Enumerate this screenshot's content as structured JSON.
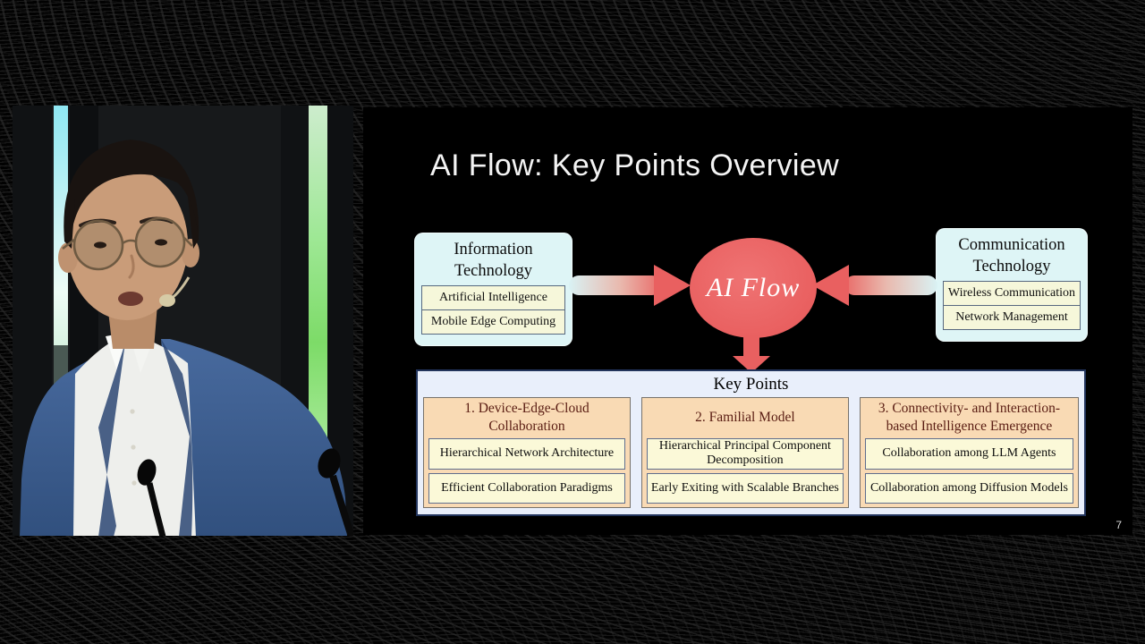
{
  "page_number": "7",
  "slide": {
    "title": "AI Flow: Key Points Overview",
    "diagram": {
      "left_box": {
        "title": "Information Technology",
        "items": [
          "Artificial Intelligence",
          "Mobile Edge Computing"
        ]
      },
      "center_node": {
        "label": "AI Flow"
      },
      "right_box": {
        "title": "Communication Technology",
        "items": [
          "Wireless Communication",
          "Network Management"
        ]
      },
      "key_points": {
        "title": "Key Points",
        "columns": [
          {
            "header": "1. Device-Edge-Cloud Collaboration",
            "items": [
              "Hierarchical Network Architecture",
              "Efficient Collaboration Paradigms"
            ]
          },
          {
            "header": "2. Familial Model",
            "items": [
              "Hierarchical Principal Component Decomposition",
              "Early Exiting with Scalable Branches"
            ]
          },
          {
            "header": "3. Connectivity- and Interaction-based Intelligence Emergence",
            "items": [
              "Collaboration among LLM Agents",
              "Collaboration among Diffusion Models"
            ]
          }
        ]
      }
    },
    "colors": {
      "slide_background": "#000000",
      "accent_red": "#e96060",
      "tech_box_fill": "#def5f6",
      "item_box_fill": "#f6f7da",
      "key_points_fill": "#e9effb",
      "key_points_border": "#22345c",
      "column_header_fill": "#f9dab4",
      "column_header_text": "#5a1d13"
    }
  },
  "speaker_video": {
    "description": "Presenter with glasses and headset mic, white shirt and blue suit, on stage between cyan and green light strips"
  }
}
